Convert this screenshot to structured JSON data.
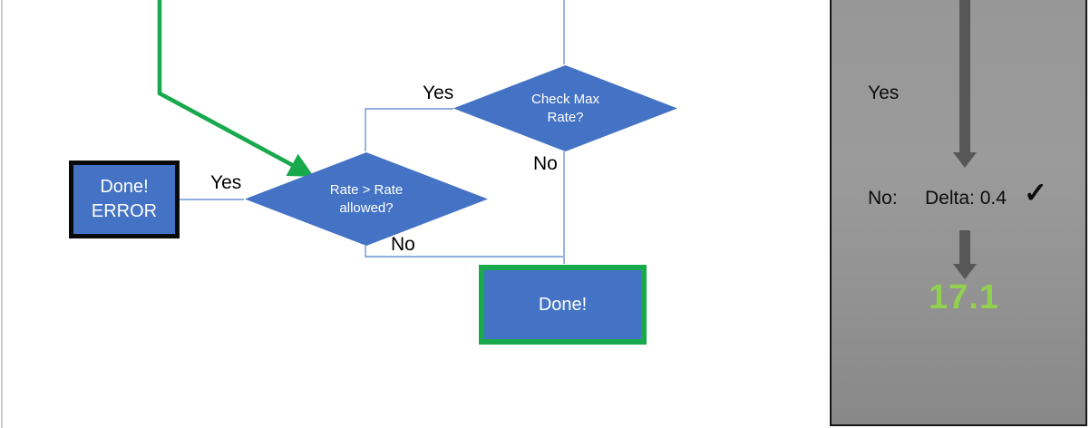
{
  "flowchart": {
    "check_max_decision": {
      "line1": "Check Max",
      "line2": "Rate?",
      "yes_label": "Yes",
      "no_label": "No"
    },
    "rate_decision": {
      "line1": "Rate > Rate",
      "line2": "allowed?",
      "yes_label": "Yes",
      "no_label": "No"
    },
    "done_error_box": {
      "line1": "Done!",
      "line2": "ERROR"
    },
    "done_box": {
      "label": "Done!"
    }
  },
  "panel": {
    "yes_label": "Yes",
    "no_prefix": "No:",
    "delta_text": "Delta: 0.4",
    "checkmark": "✓",
    "result": "17.1"
  },
  "colors": {
    "shape_blue": "#4472C4",
    "flow_green": "#18A94D",
    "result_lime": "#92D050",
    "arrow_gray": "#575757",
    "connector_blue": "#6F94D4",
    "panel_gray": "#939393",
    "panel_border": "#161616"
  }
}
